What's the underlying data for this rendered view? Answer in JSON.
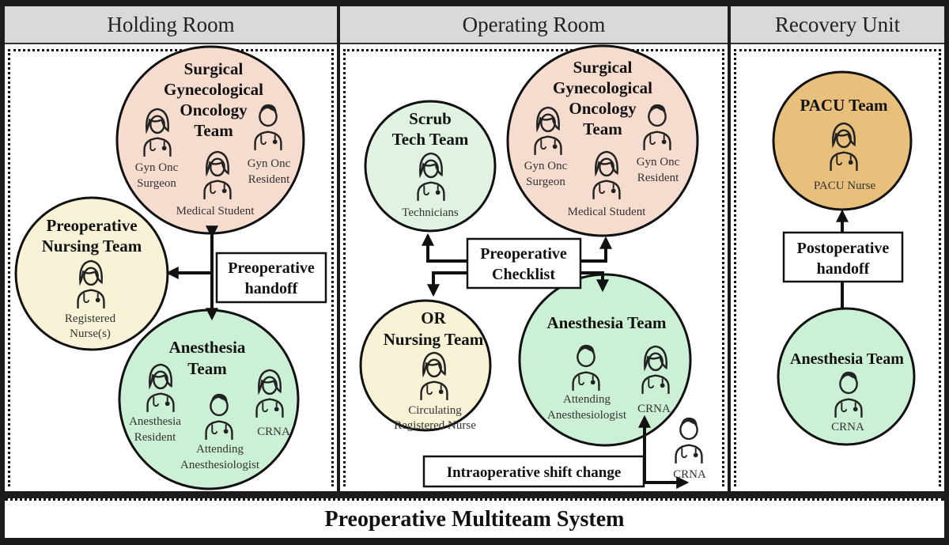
{
  "sections": {
    "holding": "Holding Room",
    "operating": "Operating Room",
    "recovery": "Recovery Unit"
  },
  "footer": "Preoperative Multiteam System",
  "holding": {
    "surg_team": [
      "Surgical",
      "Gynecological",
      "Oncology",
      "Team"
    ],
    "surg_roles": {
      "surgeon": [
        "Gyn Onc",
        "Surgeon"
      ],
      "resident": [
        "Gyn Onc",
        "Resident"
      ],
      "student": "Medical Student"
    },
    "preop_nursing": [
      "Preoperative",
      "Nursing Team"
    ],
    "preop_nurse": [
      "Registered",
      "Nurse(s)"
    ],
    "handoff": [
      "Preoperative",
      "handoff"
    ],
    "anesthesia": [
      "Anesthesia",
      "Team"
    ],
    "anes_roles": {
      "resident": [
        "Anesthesia",
        "Resident"
      ],
      "attending": [
        "Attending",
        "Anesthesiologist"
      ],
      "crna": "CRNA"
    }
  },
  "operating": {
    "scrub": [
      "Scrub",
      "Tech Team"
    ],
    "scrub_role": "Technicians",
    "surg_team": [
      "Surgical",
      "Gynecological",
      "Oncology",
      "Team"
    ],
    "surg_roles": {
      "surgeon": [
        "Gyn Onc",
        "Surgeon"
      ],
      "resident": [
        "Gyn Onc",
        "Resident"
      ],
      "student": "Medical Student"
    },
    "checklist": [
      "Preoperative",
      "Checklist"
    ],
    "or_nursing": [
      "OR",
      "Nursing Team"
    ],
    "or_nurse": [
      "Circulating",
      "Registered Nurse"
    ],
    "anesthesia": "Anesthesia Team",
    "anes_roles": {
      "attending": [
        "Attending",
        "Anesthesiologist"
      ],
      "crna": "CRNA"
    },
    "shift_change": "Intraoperative shift change",
    "shift_crna": "CRNA"
  },
  "recovery": {
    "pacu": "PACU Team",
    "pacu_role": "PACU Nurse",
    "handoff": [
      "Postoperative",
      "handoff"
    ],
    "anesthesia": "Anesthesia Team",
    "anes_role": "CRNA"
  },
  "colors": {
    "surgical": "#f6dccf",
    "nursing": "#f8f3d6",
    "anesthesia": "#ccf0d6",
    "scrub": "#e0f2e2",
    "pacu": "#e8c07c"
  },
  "icons": [
    "female-clinician-icon",
    "male-clinician-icon"
  ]
}
